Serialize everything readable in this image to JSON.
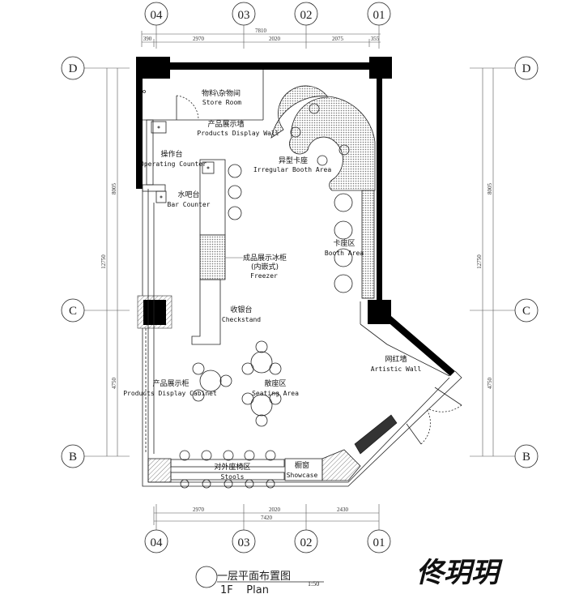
{
  "grid": {
    "columns": [
      "04",
      "03",
      "02",
      "01"
    ],
    "rows": [
      "D",
      "C",
      "B"
    ]
  },
  "dimensions": {
    "top_total": "7810",
    "top_segments": [
      "390",
      "2970",
      "2020",
      "2075",
      "355"
    ],
    "bottom_total": "7420",
    "bottom_segments": [
      "2970",
      "2020",
      "2430"
    ],
    "side_total": "12750",
    "side_segments": [
      "8005",
      "4750"
    ]
  },
  "rooms": {
    "store_room": {
      "cn": "物料\\杂物间",
      "en": "Store Room"
    },
    "display_wall": {
      "cn": "产品展示墙",
      "en": "Products Display Wall"
    },
    "operating_counter": {
      "cn": "操作台",
      "en": "Operating Counter"
    },
    "bar_counter": {
      "cn": "水吧台",
      "en": "Bar Counter"
    },
    "irregular_booth": {
      "cn": "异型卡座",
      "en": "Irregular Booth Area"
    },
    "booth_area": {
      "cn": "卡座区",
      "en": "Booth Area"
    },
    "freezer": {
      "cn": "成品展示冰柜",
      "cn2": "(内嵌式)",
      "en": "Freezer"
    },
    "checkstand": {
      "cn": "收银台",
      "en": "Checkstand"
    },
    "artistic_wall": {
      "cn": "网红墙",
      "en": "Artistic Wall"
    },
    "display_cabinet": {
      "cn": "产品展示柜",
      "en": "Products Display Cabinet"
    },
    "seating_area": {
      "cn": "散座区",
      "en": "Seating Area"
    },
    "stools": {
      "cn": "对外座椅区",
      "en": "Stools"
    },
    "showcase": {
      "cn": "橱窗",
      "en": "Showcase"
    }
  },
  "signature": "佟玥玥",
  "title": {
    "cn": "一层平面布置图",
    "en": "1F    Plan",
    "scale": "1:50"
  }
}
